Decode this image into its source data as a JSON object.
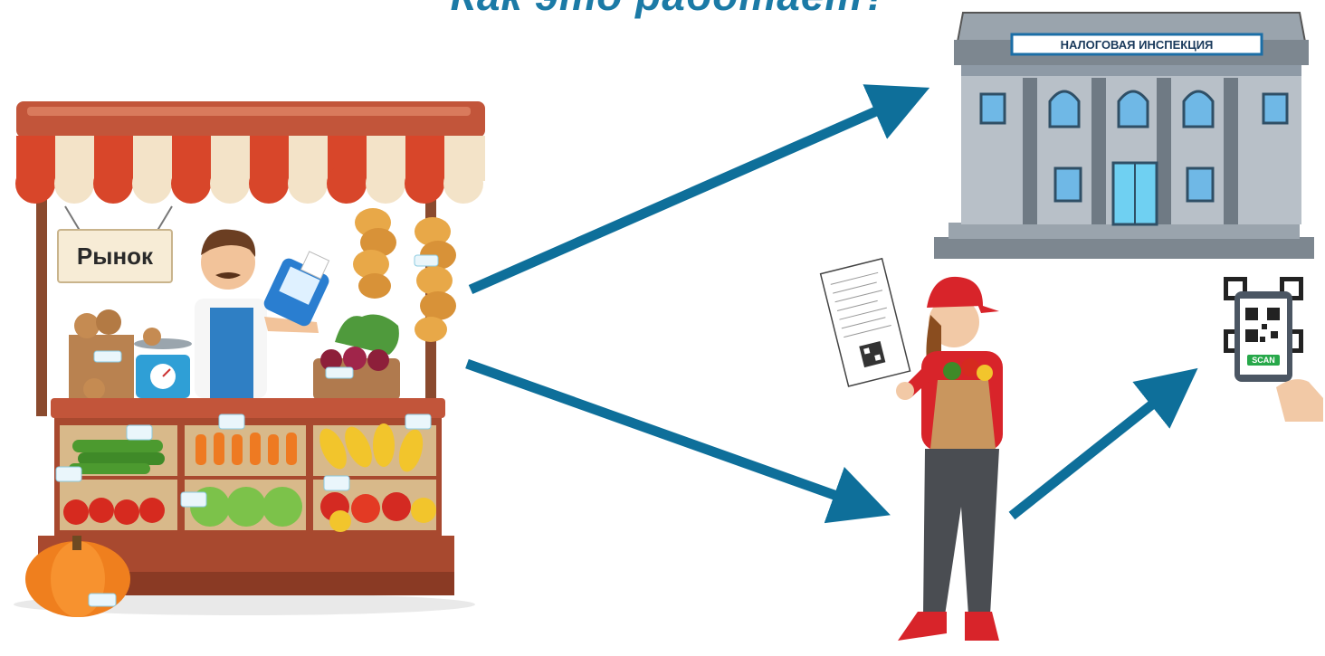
{
  "heading": "Как это работает?",
  "market": {
    "sign_text": "Рынок"
  },
  "tax_office": {
    "sign_text": "НАЛОГОВАЯ ИНСПЕКЦИЯ"
  },
  "phone": {
    "scan_label": "SCAN"
  },
  "colors": {
    "arrow": "#0e6f9a",
    "title": "#1b7aa6",
    "awning_red": "#d8462a",
    "awning_cream": "#f3e3c8",
    "building": "#8e9aa6"
  }
}
